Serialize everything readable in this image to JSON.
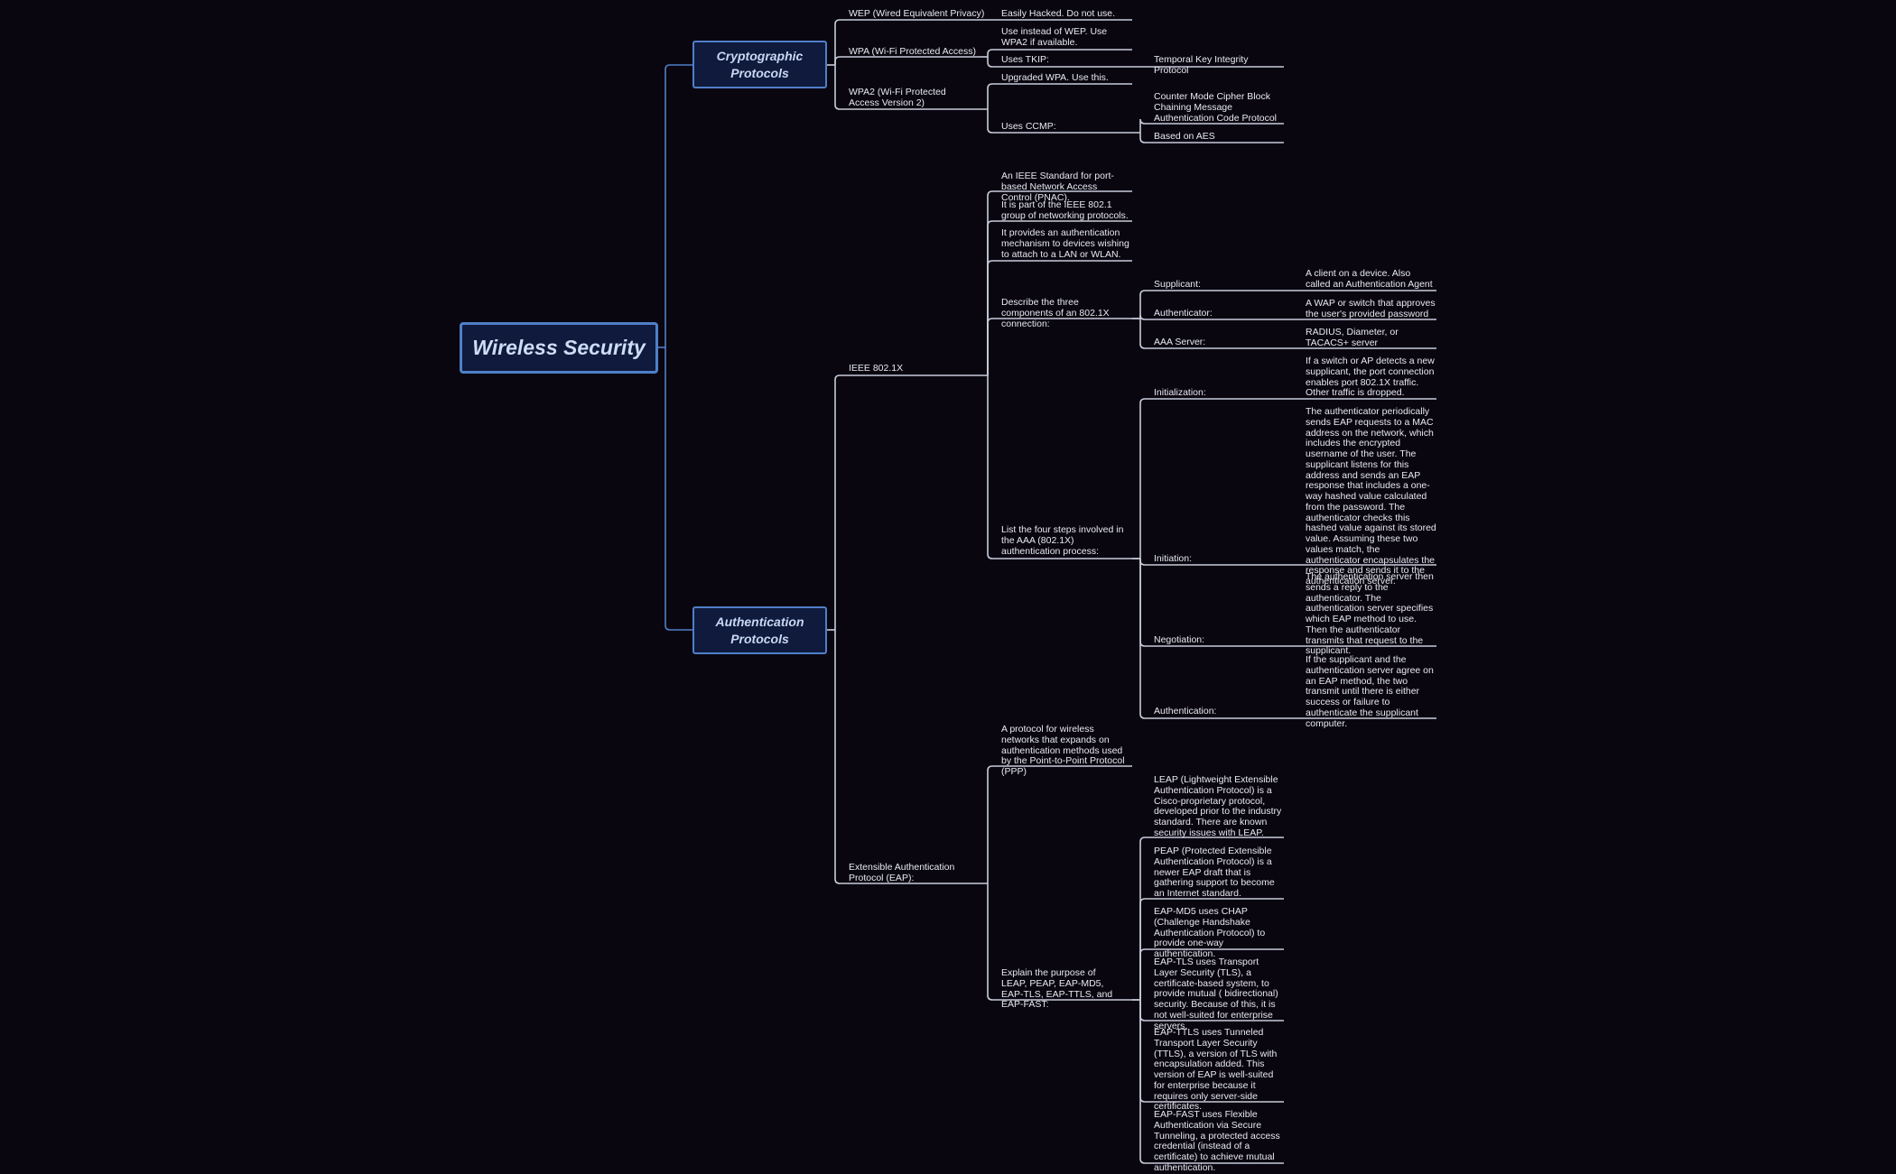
{
  "diagram": {
    "title": "Wireless Security",
    "accent_color": "#4f7fc8",
    "line_color": "#c7ccdb",
    "background": "#0a0610",
    "branches": {
      "crypto": "Cryptographic Protocols",
      "auth": "Authentication Protocols"
    },
    "crypto": {
      "wep": "WEP (Wired Equivalent Privacy)",
      "wep_note": "Easily Hacked. Do not use.",
      "wpa": "WPA (Wi-Fi Protected Access)",
      "wpa_note": "Use instead of WEP. Use WPA2 if available.",
      "wpa_tkip": "Uses TKIP:",
      "wpa_tkip_def": "Temporal Key Integrity Protocol",
      "wpa2": "WPA2 (Wi-Fi Protected Access Version 2)",
      "wpa2_note": "Upgraded WPA. Use this.",
      "wpa2_ccmp": "Uses CCMP:",
      "ccmp_def": "Counter Mode Cipher Block Chaining Message Authentication Code Protocol",
      "ccmp_aes": "Based on AES"
    },
    "ieee": {
      "label": "IEEE 802.1X",
      "std": "An IEEE Standard for port-based Network Access Control (PNAC).",
      "part": "It is part of the IEEE 802.1 group of networking protocols.",
      "provides": "It provides an authentication mechanism to devices wishing to attach to a LAN or WLAN.",
      "components_q": "Describe the three components of an 802.1X connection:",
      "supplicant": "Supplicant:",
      "supplicant_def": "A client on a device. Also called an Authentication Agent",
      "authenticator": "Authenticator:",
      "authenticator_def": "A WAP or switch that approves the user's provided password",
      "aaa": "AAA Server:",
      "aaa_def": "RADIUS, Diameter, or TACACS+ server",
      "steps_q": "List the four steps involved in the AAA (802.1X) authentication process:",
      "init": "Initialization:",
      "init_def": "If a switch or AP detects a new supplicant, the port connection enables port 802.1X traffic. Other traffic is dropped.",
      "initiation": "Initiation:",
      "initiation_def": "The authenticator periodically sends EAP requests to a MAC address on the network, which includes the encrypted username of the user. The supplicant listens for this address and sends an EAP response that includes a one-way hashed value calculated from the password. The authenticator checks this hashed value against its stored value. Assuming these two values match, the authenticator encapsulates the response and sends it to the authentication server.",
      "negotiation": "Negotiation:",
      "negotiation_def": "The authentication server then sends a reply to the authenticator. The authentication server specifies which EAP method to use. Then the authenticator transmits that request to the supplicant.",
      "authentication": "Authentication:",
      "authentication_def": "If the supplicant and the authentication server agree on an EAP method, the two transmit until there is either success or failure to authenticate the supplicant computer."
    },
    "eap": {
      "label": "Extensible Authentication Protocol (EAP):",
      "def": "A protocol for wireless networks that expands on authentication methods used by the Point-to-Point Protocol (PPP)",
      "explain_q": "Explain the purpose of LEAP, PEAP, EAP-MD5, EAP-TLS, EAP-TTLS, and EAP-FAST:",
      "leap": "LEAP (Lightweight Extensible Authentication Protocol) is a Cisco-proprietary protocol, developed prior to the industry standard. There are known security issues with LEAP.",
      "peap": "PEAP (Protected Extensible Authentication Protocol) is a newer EAP draft that is gathering support to become an Internet standard.",
      "md5": "EAP-MD5 uses CHAP (Challenge Handshake Authentication Protocol) to provide one-way authentication.",
      "tls": "EAP-TLS uses Transport Layer Security (TLS), a certificate-based system, to provide mutual ( bidirectional) security. Because of this, it is not well-suited for enterprise servers.",
      "ttls": "EAP-TTLS uses Tunneled Transport Layer Security (TTLS), a version of TLS with encapsulation added. This version of EAP is well-suited for enterprise because it requires only server-side certificates.",
      "fast": "EAP-FAST uses Flexible Authentication via Secure Tunneling, a protected access credential (instead of a certificate) to achieve mutual authentication."
    }
  }
}
